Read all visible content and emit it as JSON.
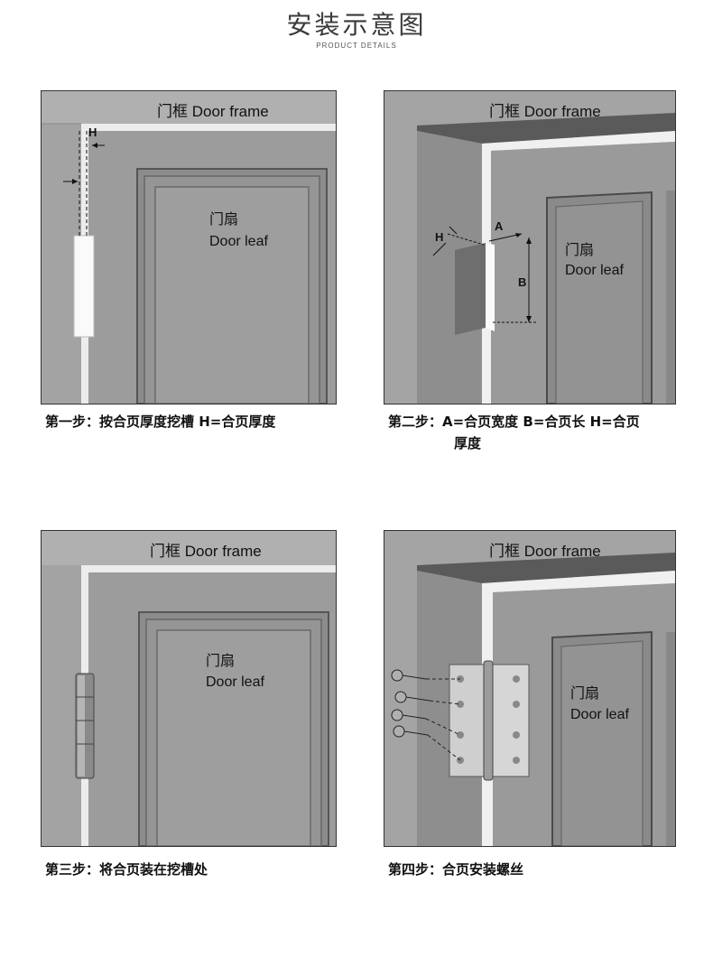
{
  "header": {
    "title": "安装示意图",
    "subtitle": "PRODUCT DETAILS"
  },
  "steps": [
    {
      "frame_label": "门框  Door frame",
      "leaf_label_cn": "门扇",
      "leaf_label_en": "Door leaf",
      "dim_h": "H",
      "caption": "第一步：按合页厚度挖槽 H=合页厚度"
    },
    {
      "frame_label": "门框  Door frame",
      "leaf_label_cn": "门扇",
      "leaf_label_en": "Door leaf",
      "dim_a": "A",
      "dim_b": "B",
      "dim_h": "H",
      "caption_line1": "第二步：A=合页宽度 B=合页长 H=合页",
      "caption_line2": "厚度"
    },
    {
      "frame_label": "门框  Door frame",
      "leaf_label_cn": "门扇",
      "leaf_label_en": "Door leaf",
      "caption": "第三步：将合页装在挖槽处"
    },
    {
      "frame_label": "门框  Door frame",
      "leaf_label_cn": "门扇",
      "leaf_label_en": "Door leaf",
      "caption": "第四步：合页安装螺丝"
    }
  ]
}
